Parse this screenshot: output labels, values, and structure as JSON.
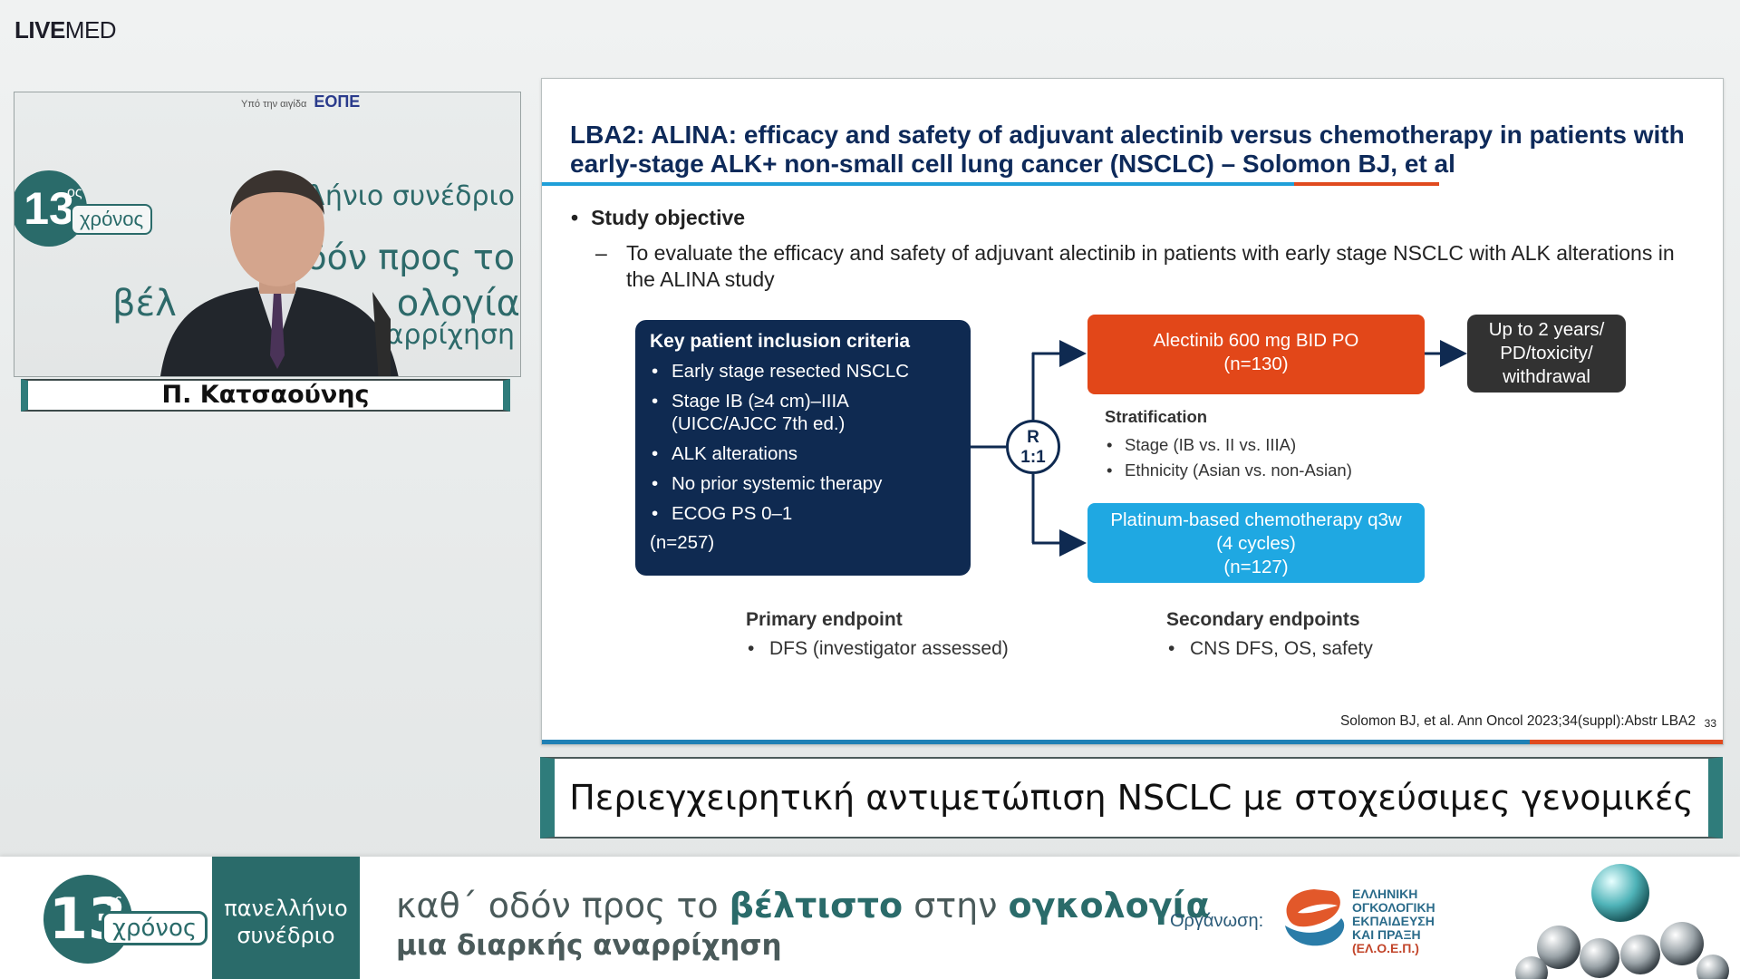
{
  "brand": {
    "live": "LIVE",
    "med": "MED"
  },
  "webcam": {
    "top_logos_text": "Υπό την αιγίδα",
    "top_logo_mark": "EOПE",
    "badge_number": "13",
    "badge_os": "ος",
    "badge_xronos": "χρόνος",
    "bg_line1": "λήνιο συνέδριο",
    "bg_line2": "οδόν προς το",
    "bg_line3": "ολογία",
    "bg_line4": "αρρίχηση",
    "bg_vel": "βέλ",
    "speaker_name": "Π. Κατσαούνης"
  },
  "slide": {
    "title": "LBA2: ALINA: efficacy and safety of adjuvant alectinib versus chemotherapy in patients with early-stage ALK+ non-small cell lung cancer (NSCLC) – Solomon BJ, et al",
    "objective_label": "Study objective",
    "objective_text": "To evaluate the efficacy and safety of adjuvant alectinib in patients with early stage NSCLC with ALK alterations in the ALINA study",
    "criteria": {
      "title": "Key patient inclusion criteria",
      "items": [
        "Early stage resected NSCLC",
        "Stage IB (≥4 cm)–IIIA (UICC/AJCC 7th ed.)",
        "ALK alterations",
        "No prior systemic therapy",
        "ECOG PS 0–1"
      ],
      "n": "(n=257)"
    },
    "randomization": {
      "line1": "R",
      "line2": "1:1"
    },
    "arm_a": {
      "line1": "Alectinib 600 mg BID PO",
      "line2": "(n=130)"
    },
    "arm_b": {
      "line1": "Platinum-based chemotherapy q3w",
      "line2": "(4 cycles)",
      "line3": "(n=127)"
    },
    "outcome": {
      "line1": "Up to 2 years/",
      "line2": "PD/toxicity/",
      "line3": "withdrawal"
    },
    "stratification": {
      "title": "Stratification",
      "items": [
        "Stage (IB vs. II vs. IIIA)",
        "Ethnicity (Asian vs. non-Asian)"
      ]
    },
    "primary_endpoint": {
      "title": "Primary endpoint",
      "item": "DFS (investigator assessed)"
    },
    "secondary_endpoints": {
      "title": "Secondary endpoints",
      "item": "CNS DFS, OS, safety"
    },
    "citation": "Solomon BJ, et al. Ann Oncol 2023;34(suppl):Abstr LBA2",
    "page_number": "33",
    "colors": {
      "navy": "#0f2a51",
      "orange": "#e24719",
      "cyan": "#1fa8e2",
      "dark": "#323232"
    }
  },
  "topic_banner": "Περιεγχειρητική αντιμετώπιση NSCLC με στοχεύσιμες γενομικές αλλαγές",
  "footer": {
    "badge_number": "13",
    "badge_os": "ος",
    "badge_xronos": "χρόνος",
    "pan_line1": "πανελλήνιο",
    "pan_line2": "συνέδριο",
    "tagline_pre": "καθ΄ οδόν προς το ",
    "tagline_hl1": "βέλτιστο",
    "tagline_mid": " στην ",
    "tagline_hl2": "ογκολογία",
    "tagline2": "μια διαρκής αναρρίχηση",
    "organizer_label": "Οργάνωση:",
    "eloep_lines": [
      "ΕΛΛΗΝΙΚΗ",
      "ΟΓΚΟΛΟΓΙΚΗ",
      "ΕΚΠΑΙΔΕΥΣΗ",
      "ΚΑΙ ΠΡΑΞΗ"
    ],
    "eloep_abbr": "(ΕΛ.Ο.Ε.Π.)"
  }
}
